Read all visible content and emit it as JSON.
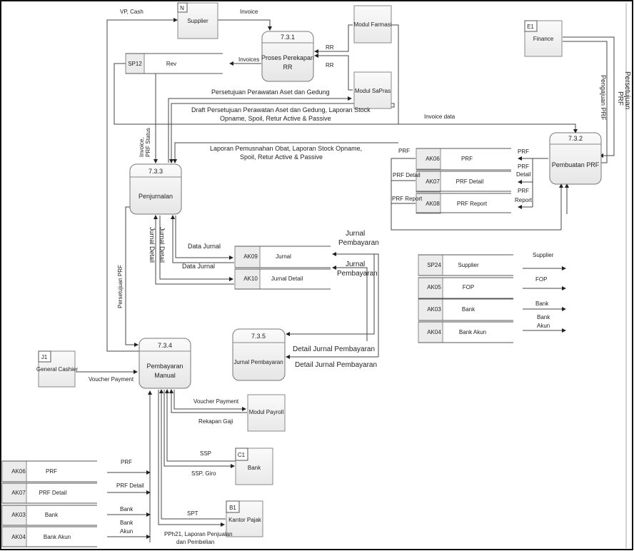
{
  "processes": {
    "p731": {
      "id": "7.3.1",
      "name_l1": "Proses Perekapan",
      "name_l2": "RR"
    },
    "p732": {
      "id": "7.3.2",
      "name": "Pembuatan PRF"
    },
    "p733": {
      "id": "7.3.3",
      "name": "Penjurnalan"
    },
    "p734": {
      "id": "7.3.4",
      "name_l1": "Pembayaran",
      "name_l2": "Manual"
    },
    "p735": {
      "id": "7.3.5",
      "name": "Jurnal Pembayaran"
    }
  },
  "entities": {
    "supplier": {
      "code": "N",
      "name": "Supplier"
    },
    "finance": {
      "code": "E1",
      "name": "Finance"
    },
    "general_cashier": {
      "code": "J1",
      "name": "General Cashier"
    },
    "bank": {
      "code": "C1",
      "name": "Bank"
    },
    "kantor_pajak": {
      "code": "B1",
      "name": "Kantor Pajak"
    },
    "modul_farmasi": {
      "name": "Modul Farmasi"
    },
    "modul_sapras": {
      "name": "Modul SaPras"
    },
    "modul_payroll": {
      "name": "Modul Payroll"
    }
  },
  "stores": {
    "rev": {
      "id": "SP12",
      "name": "Rev"
    },
    "prf_right": {
      "id": "AK06",
      "name": "PRF"
    },
    "prf_detail_right": {
      "id": "AK07",
      "name": "PRF Detail"
    },
    "prf_report": {
      "id": "AK08",
      "name": "PRF Report"
    },
    "jurnal": {
      "id": "AK09",
      "name": "Jurnal"
    },
    "jurnal_detail": {
      "id": "AK10",
      "name": "Jurnal Detail"
    },
    "supplier_store": {
      "id": "SP24",
      "name": "Supplier"
    },
    "fop": {
      "id": "AK05",
      "name": "FOP"
    },
    "bank_store_right": {
      "id": "AK03",
      "name": "Bank"
    },
    "bank_akun_right": {
      "id": "AK04",
      "name": "Bank Akun"
    },
    "prf_left": {
      "id": "AK06",
      "name": "PRF"
    },
    "prf_detail_left": {
      "id": "AK07",
      "name": "PRF Detail"
    },
    "bank_left": {
      "id": "AK03",
      "name": "Bank"
    },
    "bank_akun_left": {
      "id": "AK04",
      "name": "Bank Akun"
    }
  },
  "flows": {
    "vp_cash": "VP, Cash",
    "invoice": "Invoice",
    "invoices": "Invoices",
    "rr1": "RR",
    "rr2": "RR",
    "persetujuan_aset": "Persetujuan  Perawatan Aset dan Gedung",
    "draft_l1": "Draft Persetujuan Perawatan Aset dan Gedung, Laporan Stock",
    "draft_l2": "Opname, Spoil, Retur Active & Passive",
    "invoice_data": "Invoice data",
    "laporan_l1": "Laporan Pemusnahan Obat, Laporan Stock Opname,",
    "laporan_l2": "Spoil, Retur Active & Passive",
    "invoice_prf_status_l1": "Invoice,",
    "invoice_prf_status_l2": "PRF Status",
    "pengajuan_prf": "Pengajuan PRF",
    "persetujuan_prf_l1": "Persetujuan",
    "persetujuan_prf_l2": "PRF",
    "prf_out": "PRF",
    "prf_detail_out_l1": "PRF",
    "prf_detail_out_l2": "Detail",
    "prf_report_out_l1": "PRF",
    "prf_report_out_l2": "Report",
    "prf_in": "PRF",
    "prf_detail_in": "PRF Detail",
    "prf_report_in": "PRF Report",
    "data_jurnal_1": "Data Jurnal",
    "data_jurnal_2": "Data Jurnal",
    "jurnal_detail_1": "Jurnal Detail",
    "jurnal_detail_2": "Jurnal  Detail",
    "jurnal_pembayaran_1_l1": "Jurnal",
    "jurnal_pembayaran_1_l2": "Pembayaran",
    "jurnal_pembayaran_2_l1": "Jurnal",
    "jurnal_pembayaran_2_l2": "Pembayaran",
    "detail_jp_1": "Detail Jurnal Pembayaran",
    "detail_jp_2": "Detail Jurnal Pembayaran",
    "persetujuan_prf_left": "Persetujuan PRF",
    "voucher_payment_gc": "Voucher Payment",
    "voucher_payment_payroll": "Voucher Payment",
    "rekapan_gaji": "Rekapan Gaji",
    "ssp": "SSP",
    "ssp_giro": "SSP, Giro",
    "spt": "SPT",
    "pph_l1": "PPh21, Laporan Penjualan",
    "pph_l2": "dan Pembelian",
    "supplier_out": "Supplier",
    "fop_out": "FOP",
    "bank_out": "Bank",
    "bank_akun_out_l1": "Bank",
    "bank_akun_out_l2": "Akun",
    "prf_left_in": "PRF",
    "prf_detail_left_in": "PRF Detail",
    "bank_left_in": "Bank",
    "bank_akun_left_in_l1": "Bank",
    "bank_akun_left_in_l2": "Akun"
  }
}
